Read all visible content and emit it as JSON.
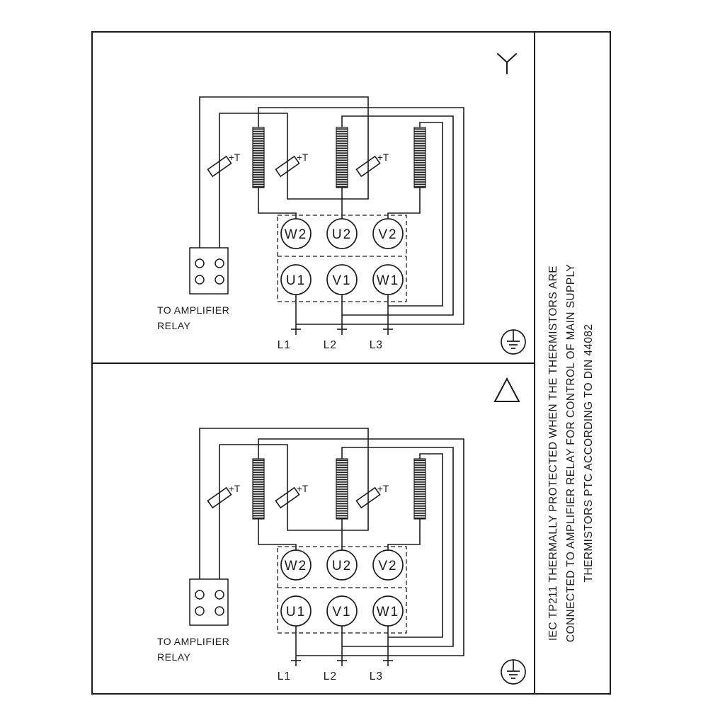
{
  "diagram": {
    "panels": [
      {
        "name": "star-connection",
        "symbol": "star",
        "terminals_top": [
          "W2",
          "U2",
          "V2"
        ],
        "terminals_bottom": [
          "U1",
          "V1",
          "W1"
        ],
        "thermistor_label": "+T",
        "relay_caption": [
          "TO AMPLIFIER",
          "RELAY"
        ],
        "supply": [
          "L1",
          "L2",
          "L3"
        ]
      },
      {
        "name": "delta-connection",
        "symbol": "delta",
        "terminals_top": [
          "W2",
          "U2",
          "V2"
        ],
        "terminals_bottom": [
          "U1",
          "V1",
          "W1"
        ],
        "thermistor_label": "+T",
        "relay_caption": [
          "TO AMPLIFIER",
          "RELAY"
        ],
        "supply": [
          "L1",
          "L2",
          "L3"
        ]
      }
    ],
    "side_note_lines": [
      "IEC TP211 THERMALLY PROTECTED WHEN THE THERMISTORS ARE",
      "CONNECTED TO AMPLIFIER RELAY FOR CONTROL OF MAIN SUPPLY",
      "THERMISTORS PTC ACCORDING TO DIN 44082"
    ],
    "colors": {
      "line": "#1c1c1c",
      "background": "#ffffff"
    }
  }
}
